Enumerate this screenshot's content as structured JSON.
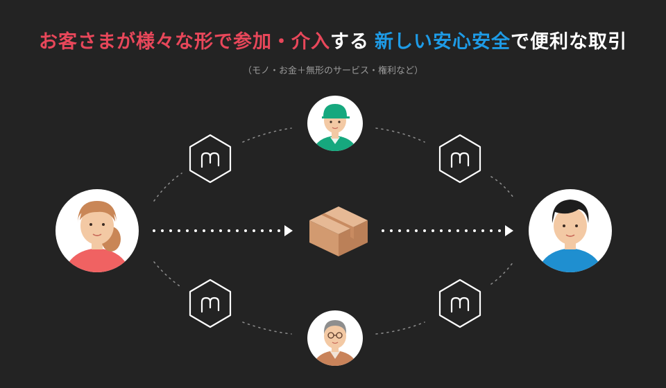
{
  "headline": {
    "part1": "お客さまが様々な形で参加・介入",
    "part2": "する",
    "part3": "新しい安心安全",
    "part4": "で便利な取引"
  },
  "subtitle": "（モノ・お金＋無形のサービス・権利など）",
  "colors": {
    "background": "#232323",
    "accent_red": "#e8475a",
    "accent_blue": "#1e9be6",
    "text_white": "#ffffff",
    "text_muted": "#9a9a9a",
    "node_outline": "#ffffff",
    "dotted_line": "#8a8a8a",
    "seller_shirt": "#f06262",
    "buyer_shirt": "#1f8fd0",
    "courier_shirt": "#16a87e",
    "elder_shirt": "#c9835a",
    "box_fill": "#d4a27a"
  },
  "icons": {
    "seller": "woman-avatar-icon",
    "buyer": "man-avatar-icon",
    "courier": "delivery-worker-avatar-icon",
    "elder": "elderly-man-avatar-icon",
    "package": "cardboard-box-icon",
    "hexagon_nodes": "m-hexagon-icon"
  }
}
